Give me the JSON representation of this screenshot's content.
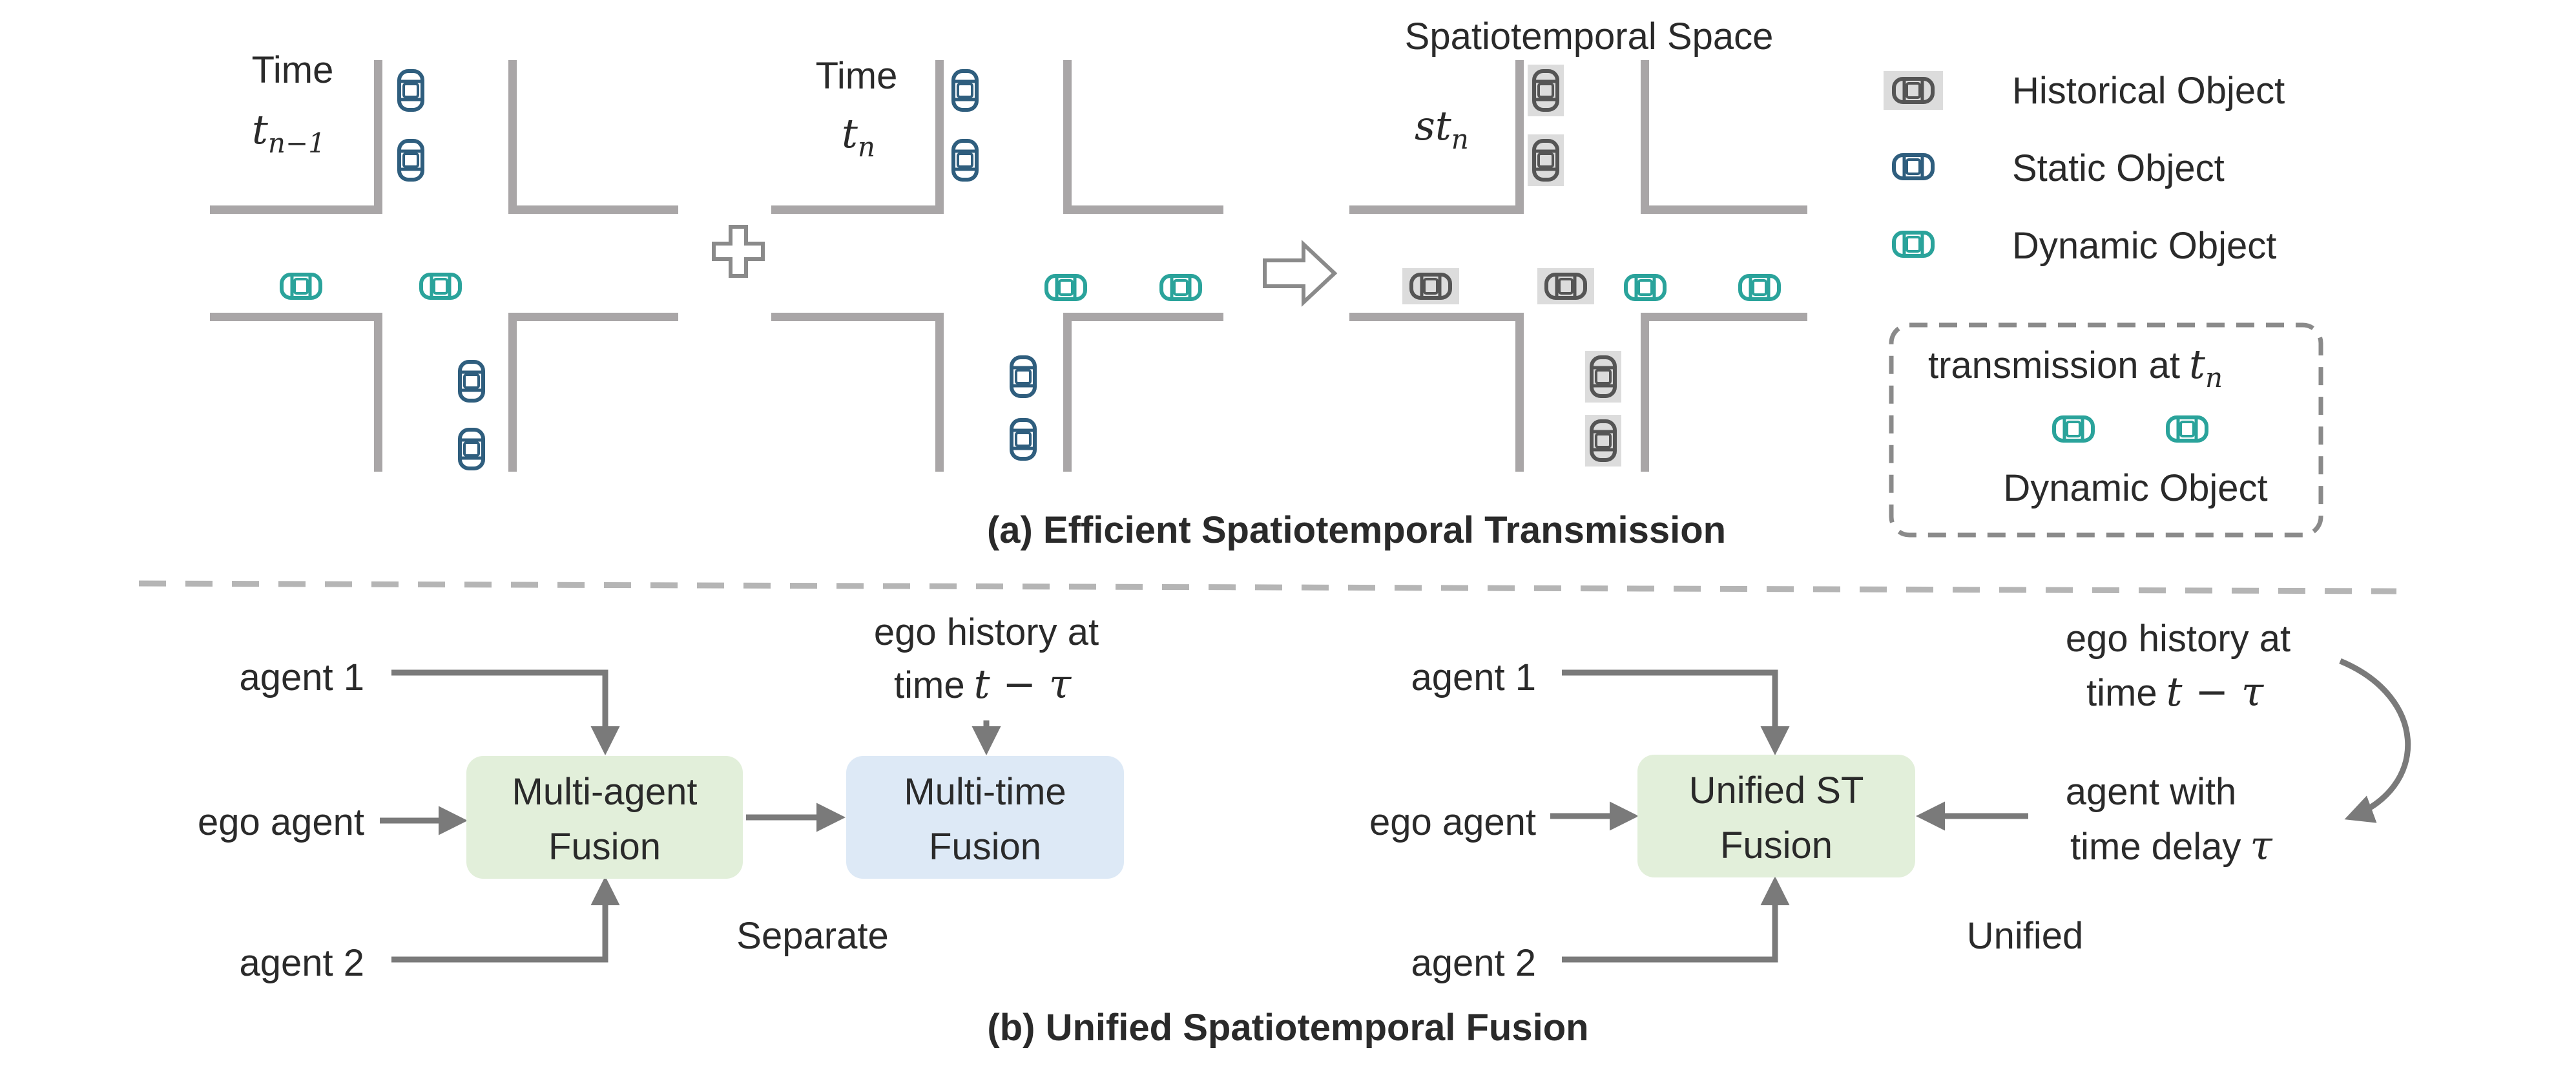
{
  "top": {
    "panel1": {
      "time_label": "Time",
      "time_var": "t",
      "time_sub": "n−1"
    },
    "panel2": {
      "time_label": "Time",
      "time_var": "t",
      "time_sub": "n"
    },
    "panel3": {
      "title": "Spatiotemporal Space",
      "var": "st",
      "sub": "n"
    },
    "plus_symbol": "+",
    "caption": "(a) Efficient Spatiotemporal Transmission"
  },
  "legend": {
    "historical": "Historical Object",
    "static": "Static Object",
    "dynamic": "Dynamic Object",
    "box_title": "transmission at",
    "box_var": "t",
    "box_sub": "n",
    "box_label": "Dynamic Object"
  },
  "bottom": {
    "left": {
      "agent1": "agent 1",
      "ego": "ego agent",
      "agent2": "agent 2",
      "fusion1": [
        "Multi-agent",
        "Fusion"
      ],
      "fusion2": [
        "Multi-time",
        "Fusion"
      ],
      "history": [
        "ego history at",
        "time"
      ],
      "history_expr": "t − τ",
      "label": "Separate"
    },
    "right": {
      "agent1": "agent 1",
      "ego": "ego agent",
      "agent2": "agent 2",
      "fusion": [
        "Unified ST",
        "Fusion"
      ],
      "history": [
        "ego history at",
        "time"
      ],
      "history_expr": "t − τ",
      "delay": [
        "agent with",
        "time delay"
      ],
      "delay_var": "τ",
      "label": "Unified"
    },
    "caption": "(b) Unified Spatiotemporal Fusion"
  },
  "colors": {
    "historical": "#5a5a5a",
    "static": "#2f5e7e",
    "dynamic": "#2aa39b",
    "fusion_green": "#e2efda",
    "fusion_blue": "#dde9f6",
    "wall": "#a9a6a7"
  }
}
